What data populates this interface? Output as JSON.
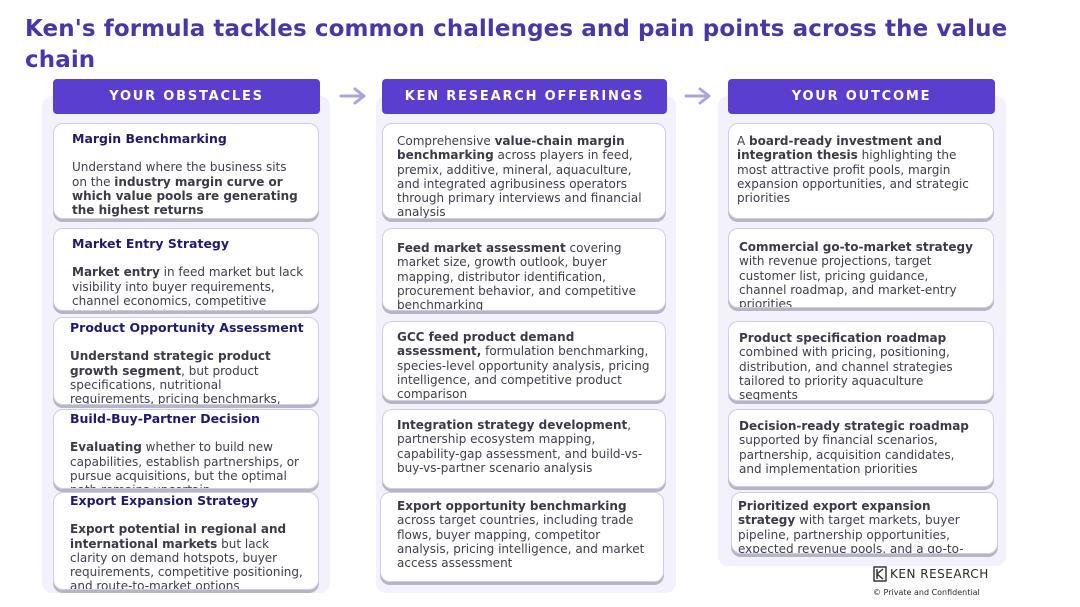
{
  "title": "Ken's formula tackles common challenges and pain points across the value chain",
  "columns": {
    "obstacles": {
      "header": "YOUR OBSTACLES"
    },
    "offerings": {
      "header": "KEN RESEARCH OFFERINGS"
    },
    "outcome": {
      "header": "YOUR OUTCOME"
    }
  },
  "obstacles": [
    {
      "title": "Margin Benchmarking",
      "body": [
        {
          "t": "Understand where the business sits on the "
        },
        {
          "t": "industry margin curve or which value pools are generating the highest returns",
          "b": true
        }
      ]
    },
    {
      "title": "Market Entry Strategy",
      "body": [
        {
          "t": "Market entry",
          "b": true
        },
        {
          "t": " in feed market but lack visibility into buyer requirements, channel economics, competitive intensity, and demand potential"
        }
      ]
    },
    {
      "title": "Product Opportunity Assessment",
      "body": [
        {
          "t": "Understand strategic product growth segment",
          "b": true
        },
        {
          "t": ", but product specifications, nutritional requirements, pricing benchmarks, and customer"
        }
      ]
    },
    {
      "title": "Build-Buy-Partner Decision",
      "body": [
        {
          "t": "Evaluating",
          "b": true
        },
        {
          "t": " whether to build new capabilities, establish partnerships, or pursue acquisitions, but the optimal path remains uncertain"
        }
      ]
    },
    {
      "title": "Export Expansion Strategy",
      "body": [
        {
          "t": "Export potential in regional and international markets",
          "b": true
        },
        {
          "t": " but lack clarity on demand hotspots, buyer requirements, competitive positioning, and route-to-market options"
        }
      ]
    }
  ],
  "offerings": [
    {
      "body": [
        {
          "t": "Comprehensive "
        },
        {
          "t": "value-chain margin benchmarking",
          "b": true
        },
        {
          "t": " across players in feed, premix, additive, mineral, aquaculture, and integrated agribusiness operators through primary interviews and financial analysis"
        }
      ]
    },
    {
      "body": [
        {
          "t": "Feed market assessment",
          "b": true
        },
        {
          "t": " covering market size, growth outlook, buyer mapping, distributor identification, procurement behavior, and competitive benchmarking"
        }
      ]
    },
    {
      "body": [
        {
          "t": "GCC feed product demand assessment,",
          "b": true
        },
        {
          "t": " formulation benchmarking, species-level opportunity analysis, pricing intelligence, and competitive product comparison"
        }
      ]
    },
    {
      "body": [
        {
          "t": "Integration strategy development",
          "b": true
        },
        {
          "t": ", partnership ecosystem mapping, capability-gap assessment, and build-vs-buy-vs-partner scenario analysis"
        }
      ]
    },
    {
      "body": [
        {
          "t": "Export opportunity benchmarking",
          "b": true
        },
        {
          "t": " across target countries, including trade flows, buyer mapping, competitor analysis, pricing intelligence, and market access assessment"
        }
      ]
    }
  ],
  "outcomes": [
    {
      "body": [
        {
          "t": "A "
        },
        {
          "t": "board-ready investment and integration thesis",
          "b": true
        },
        {
          "t": " highlighting the most attractive profit pools, margin expansion opportunities, and strategic priorities"
        }
      ]
    },
    {
      "body": [
        {
          "t": "Commercial go-to-market strategy",
          "b": true
        },
        {
          "t": " with revenue projections, target customer list, pricing guidance, channel roadmap, and market-entry priorities"
        }
      ]
    },
    {
      "body": [
        {
          "t": "Product specification roadmap",
          "b": true
        },
        {
          "t": " combined with pricing, positioning, distribution, and channel strategies tailored to priority aquaculture segments"
        }
      ]
    },
    {
      "body": [
        {
          "t": "Decision-ready strategic roadmap",
          "b": true
        },
        {
          "t": " supported by financial scenarios, partnership, acquisition candidates, and implementation priorities"
        }
      ]
    },
    {
      "body": [
        {
          "t": "Prioritized export expansion strategy",
          "b": true
        },
        {
          "t": " with target markets, buyer pipeline, partnership opportunities, expected revenue pools, and a go-to-market plan"
        }
      ]
    }
  ],
  "footer": {
    "logo_text": "KEN RESEARCH",
    "copyright": "© Private and Confidential"
  },
  "colors": {
    "accent": "#5a3fcf",
    "title": "#4b36a8",
    "card_title": "#1e1b6e",
    "panel": "#f3f2fc",
    "arrow": "#a9a3df"
  },
  "icons": [
    "arrow-right-icon",
    "ken-research-logo-icon"
  ]
}
